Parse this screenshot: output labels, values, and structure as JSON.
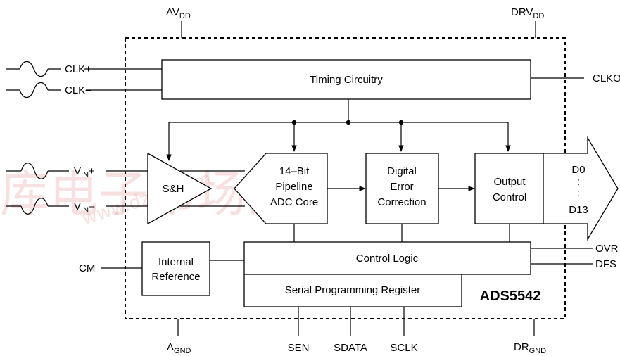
{
  "pins": {
    "avdd": {
      "main": "AV",
      "sub": "DD"
    },
    "drvdd": {
      "main": "DRV",
      "sub": "DD"
    },
    "agnd": {
      "main": "A",
      "sub": "GND"
    },
    "drgnd": {
      "main": "DR",
      "sub": "GND"
    },
    "clk_plus": "CLK+",
    "clk_minus": "CLK–",
    "clkout": "CLKOUT",
    "vin_plus": {
      "main": "V",
      "sub": "IN",
      "suffix": "+"
    },
    "vin_minus": {
      "main": "V",
      "sub": "IN",
      "suffix": "–"
    },
    "cm": "CM",
    "ovr": "OVR",
    "dfs": "DFS",
    "sen": "SEN",
    "sdata": "SDATA",
    "sclk": "SCLK"
  },
  "blocks": {
    "timing": "Timing Circuitry",
    "sh": "S&H",
    "adc": [
      "14–Bit",
      "Pipeline",
      "ADC Core"
    ],
    "dec": [
      "Digital",
      "Error",
      "Correction"
    ],
    "out": [
      "Output",
      "Control"
    ],
    "ref": [
      "Internal",
      "Reference"
    ],
    "ctrl": "Control Logic",
    "spr": "Serial Programming Register"
  },
  "bus": {
    "top": "D0",
    "dots": ":",
    "bottom": "D13"
  },
  "chip_name": "ADS5542",
  "watermark": {
    "chars": "库电子市场网",
    "url": "www.dzsc.com"
  }
}
